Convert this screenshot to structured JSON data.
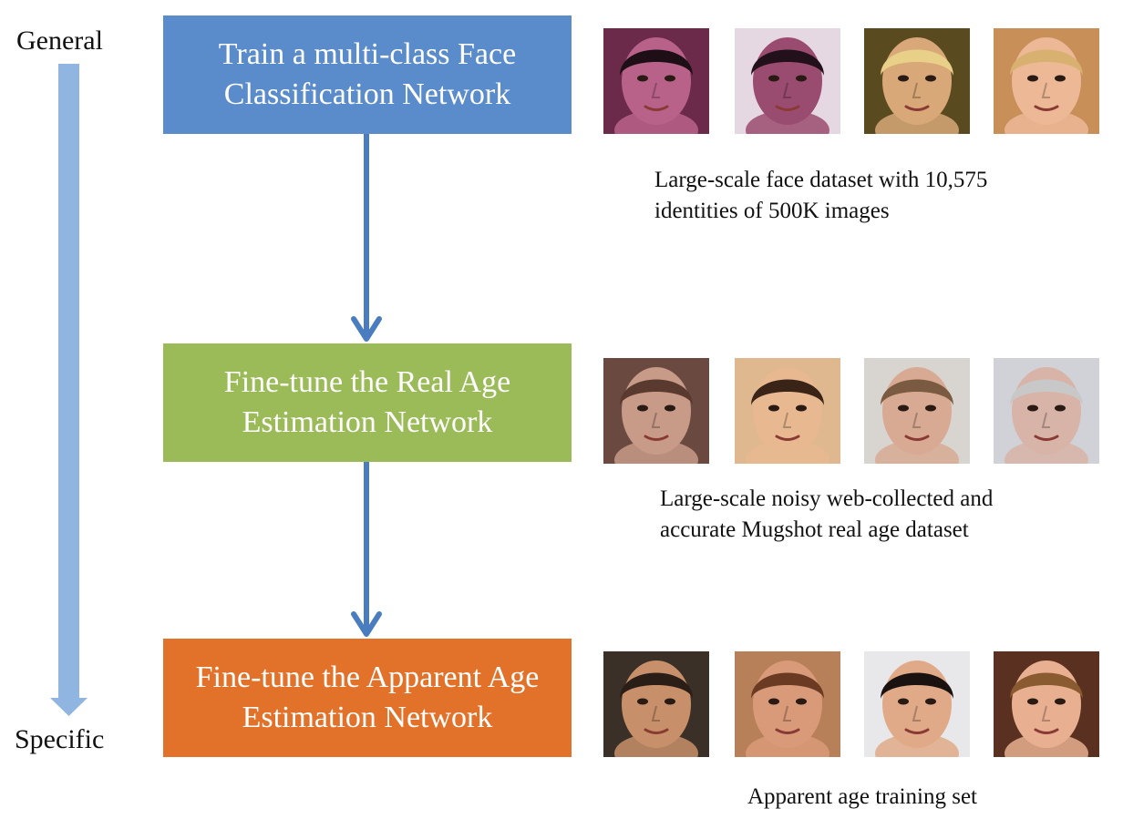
{
  "axis": {
    "top_label": "General",
    "bottom_label": "Specific",
    "arrow_color": "#8fb5e0"
  },
  "connector_color": "#4a7dbf",
  "stages": [
    {
      "label": "Train a multi-class Face\nClassification Network",
      "color": "#5a8ccb",
      "caption": "Large-scale face dataset with 10,575\nidentities of 500K images",
      "thumbnails": [
        {
          "icon": "face-photo",
          "bg": "#6b2a4a",
          "skin": "#b8628a",
          "hair": "#1e0e16"
        },
        {
          "icon": "face-photo",
          "bg": "#e6d8e2",
          "skin": "#9a4c70",
          "hair": "#22101a"
        },
        {
          "icon": "face-photo",
          "bg": "#5a4a20",
          "skin": "#d8a878",
          "hair": "#e8d088"
        },
        {
          "icon": "face-photo",
          "bg": "#c89058",
          "skin": "#ecb896",
          "hair": "#d8b070"
        }
      ]
    },
    {
      "label": "Fine-tune the Real Age\nEstimation Network",
      "color": "#9bbb59",
      "caption": "Large-scale noisy web-collected and\naccurate Mugshot real age dataset",
      "thumbnails": [
        {
          "icon": "face-photo",
          "bg": "#6a4a40",
          "skin": "#c89a88",
          "hair": "#5a3a2e"
        },
        {
          "icon": "face-photo",
          "bg": "#e0b890",
          "skin": "#e8b890",
          "hair": "#3a2418"
        },
        {
          "icon": "face-photo",
          "bg": "#d8d4d0",
          "skin": "#d8aa94",
          "hair": "#7a5a40"
        },
        {
          "icon": "face-photo",
          "bg": "#d0d2d8",
          "skin": "#d8b4a8",
          "hair": "#c8c8c8"
        }
      ]
    },
    {
      "label": "Fine-tune the Apparent Age\nEstimation Network",
      "color": "#e2722a",
      "caption": "Apparent age training set",
      "thumbnails": [
        {
          "icon": "face-photo",
          "bg": "#3a3028",
          "skin": "#c8906a",
          "hair": "#2a1e16"
        },
        {
          "icon": "face-photo",
          "bg": "#b88058",
          "skin": "#d89a78",
          "hair": "#6a3a22"
        },
        {
          "icon": "face-photo",
          "bg": "#e8e8ea",
          "skin": "#e0aa88",
          "hair": "#1a1210"
        },
        {
          "icon": "face-photo",
          "bg": "#5a3020",
          "skin": "#e8b090",
          "hair": "#8a5a30"
        }
      ]
    }
  ]
}
